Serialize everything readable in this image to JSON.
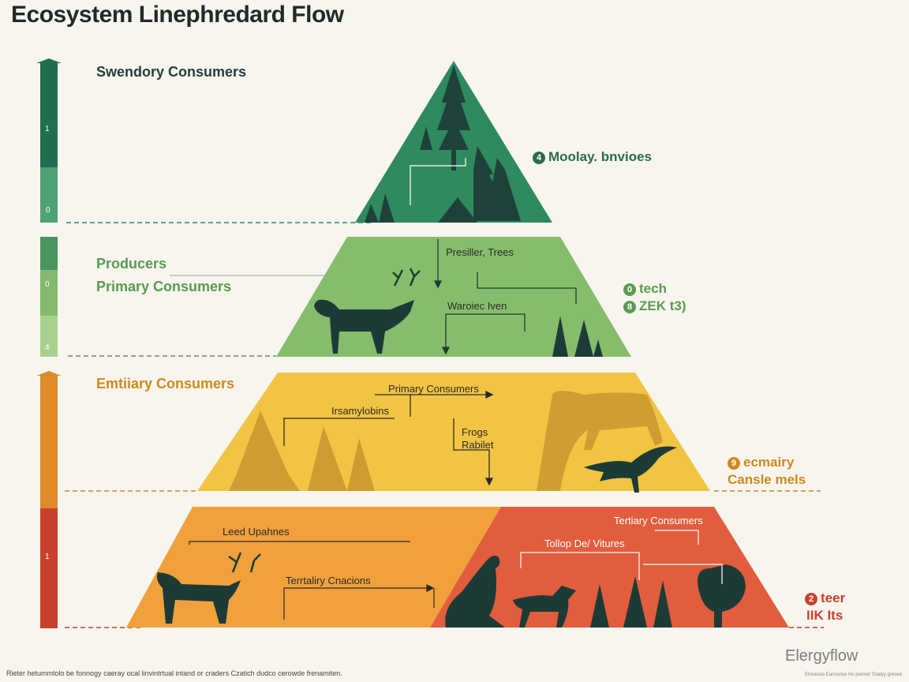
{
  "title": "Ecosystem Linephredard Flow",
  "levels": {
    "top": {
      "left_label": "Swendory Consumers",
      "right_label": "Moolay. bnvioes",
      "right_num": "4",
      "bar_nums": [
        "1",
        "0"
      ]
    },
    "second": {
      "left_label_1": "Producers",
      "left_label_2": "Primary Consumers",
      "inner_label_1": "Presiller, Trees",
      "inner_label_2": "Waroiec Iven",
      "right_label_1": "tech",
      "right_label_2": "ZEK t3)",
      "right_num_1": "0",
      "right_num_2": "8",
      "bar_nums": [
        "0",
        "4"
      ]
    },
    "third": {
      "left_label": "Emtiiary Consumers",
      "inner_label_1": "Primary Consumers",
      "inner_label_2": "Irsamylobins",
      "inner_label_3": "Frogs",
      "inner_label_4": "Rabilet",
      "right_label_1": "ecmairy",
      "right_label_2": "Cansle mels",
      "right_num": "9"
    },
    "bottom": {
      "inner_label_1": "Leed Upahnes",
      "inner_label_2": "Terrtaliry Cnacions",
      "inner_label_3": "Tertiary Consumers",
      "inner_label_4": "Tollop De/ Vitures",
      "right_label_1": "teer",
      "right_label_2": "IIK Its",
      "right_num": "2",
      "bar_nums": [
        "1"
      ]
    }
  },
  "footer": "Rieter hetummtolo be fonnogy caeray ocal linvintrtual intand or craders Czatich dudco cerowde frenamiten.",
  "brand": "Elergyflow",
  "brand_sub": "Elonecea Eancense Hu pennet Totalyy greoee",
  "colors": {
    "top": "#2f8a5e",
    "second": "#86bd6c",
    "third": "#f2c443",
    "bottom_left": "#f0a13c",
    "bottom_right": "#e25d3e",
    "silhouette": "#1d3b36"
  }
}
